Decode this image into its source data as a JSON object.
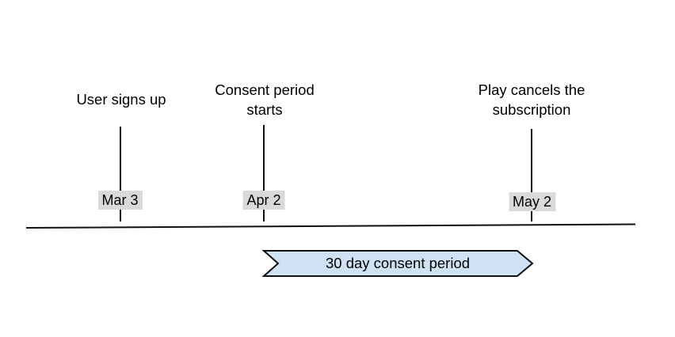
{
  "diagram": {
    "type": "timeline",
    "events": [
      {
        "label": "User signs up",
        "date": "Mar 3"
      },
      {
        "label": "Consent period\nstarts",
        "date": "Apr 2"
      },
      {
        "label": "Play cancels the\nsubscription",
        "date": "May 2"
      }
    ],
    "banner": {
      "label": "30 day consent period"
    }
  },
  "colors": {
    "background": "#ffffff",
    "text": "#000000",
    "line": "#111111",
    "date_badge_bg": "#d9d9d9",
    "banner_fill": "#cfe2f3",
    "banner_stroke": "#111111"
  }
}
